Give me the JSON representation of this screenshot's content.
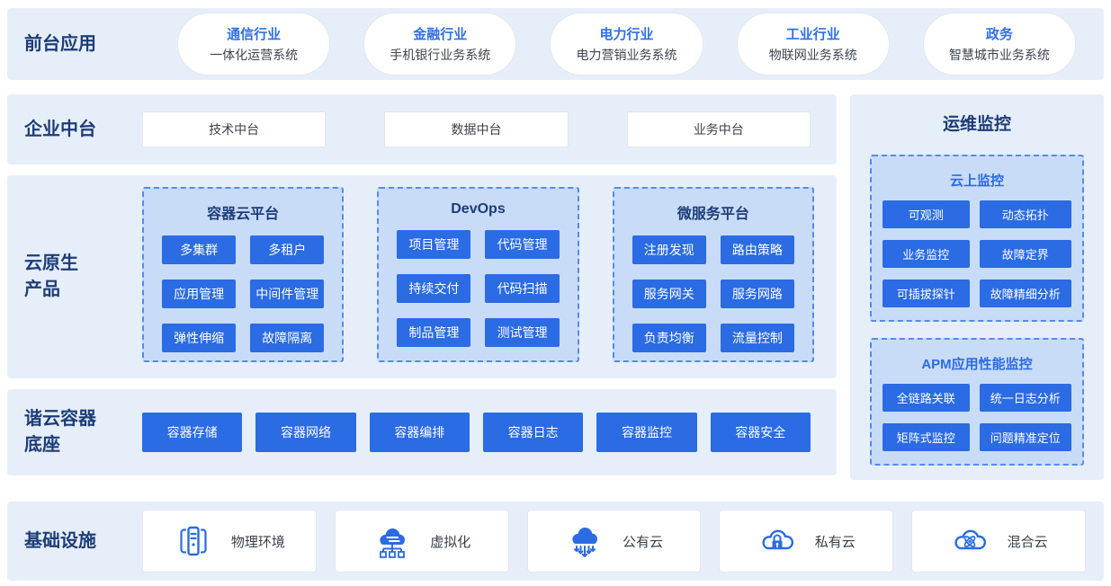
{
  "colors": {
    "band_bg": "#E6EFF9",
    "dashed_fill": "#C9DCF7",
    "dashed_border": "#568AED",
    "button_blue": "#2B6BE3",
    "heading_navy": "#1D3C78",
    "accent_blue": "#2F6FE6"
  },
  "front_apps": {
    "label": "前台应用",
    "pills": [
      {
        "title": "通信行业",
        "subtitle": "一体化运营系统"
      },
      {
        "title": "金融行业",
        "subtitle": "手机银行业务系统"
      },
      {
        "title": "电力行业",
        "subtitle": "电力营销业务系统"
      },
      {
        "title": "工业行业",
        "subtitle": "物联网业务系统"
      },
      {
        "title": "政务",
        "subtitle": "智慧城市业务系统"
      }
    ]
  },
  "enterprise_middle": {
    "label": "企业中台",
    "items": [
      "技术中台",
      "数据中台",
      "业务中台"
    ]
  },
  "cloud_native": {
    "label_line1": "云原生",
    "label_line2": "产品",
    "groups": [
      {
        "title": "容器云平台",
        "items": [
          "多集群",
          "多租户",
          "应用管理",
          "中间件管理",
          "弹性伸缩",
          "故障隔离"
        ]
      },
      {
        "title": "DevOps",
        "items": [
          "项目管理",
          "代码管理",
          "持续交付",
          "代码扫描",
          "制品管理",
          "测试管理"
        ]
      },
      {
        "title": "微服务平台",
        "items": [
          "注册发现",
          "路由策略",
          "服务网关",
          "服务网路",
          "负责均衡",
          "流量控制"
        ]
      }
    ]
  },
  "container_base": {
    "label_line1": "谐云容器",
    "label_line2": "底座",
    "items": [
      "容器存储",
      "容器网络",
      "容器编排",
      "容器日志",
      "容器监控",
      "容器安全"
    ]
  },
  "monitoring": {
    "title": "运维监控",
    "groups": [
      {
        "title": "云上监控",
        "items": [
          "可观测",
          "动态拓扑",
          "业务监控",
          "故障定界",
          "可插拔探针",
          "故障精细分析"
        ]
      },
      {
        "title": "APM应用性能监控",
        "items": [
          "全链路关联",
          "统一日志分析",
          "矩阵式监控",
          "问题精准定位"
        ]
      }
    ]
  },
  "infrastructure": {
    "label": "基础设施",
    "items": [
      {
        "icon": "server-rack-icon",
        "label": "物理环境"
      },
      {
        "icon": "cloud-network-icon",
        "label": "虚拟化"
      },
      {
        "icon": "cloud-arrows-icon",
        "label": "公有云"
      },
      {
        "icon": "cloud-lock-icon",
        "label": "私有云"
      },
      {
        "icon": "cloud-atom-icon",
        "label": "混合云"
      }
    ]
  }
}
